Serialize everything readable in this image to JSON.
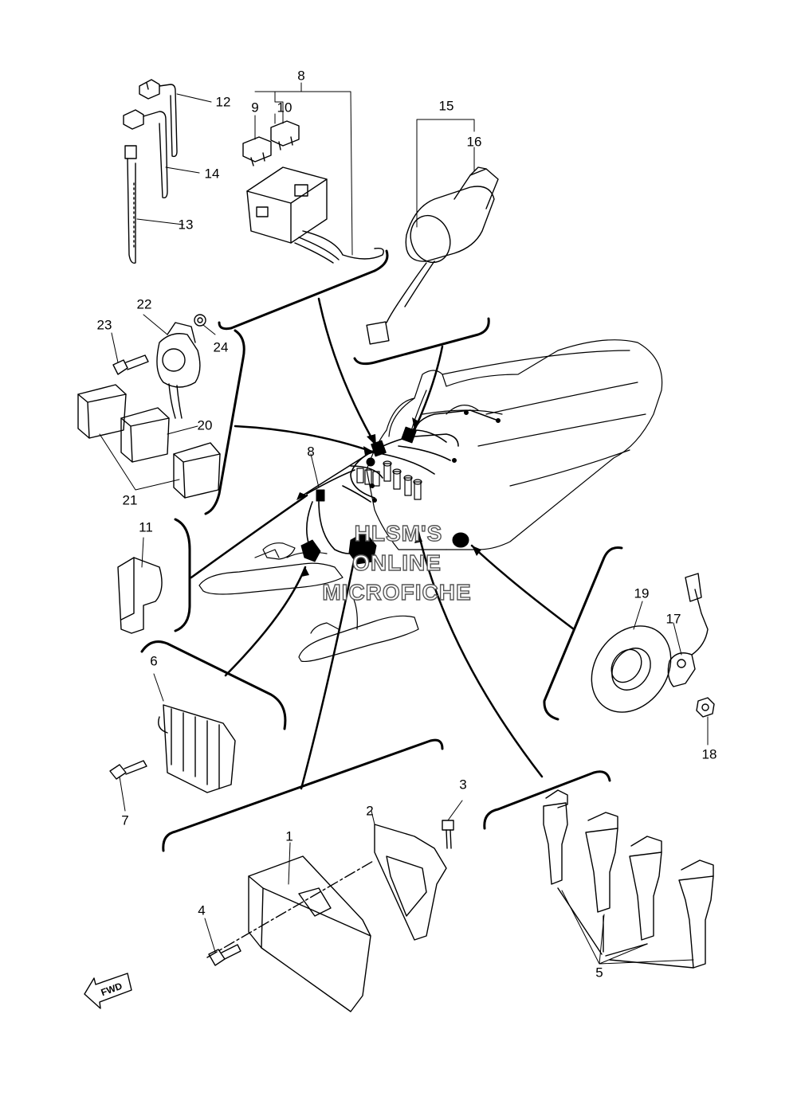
{
  "callouts": {
    "c1": "1",
    "c2": "2",
    "c3": "3",
    "c4": "4",
    "c5": "5",
    "c6": "6",
    "c7": "7",
    "c8": "8",
    "c8b": "8",
    "c9": "9",
    "c10": "10",
    "c11": "11",
    "c12": "12",
    "c13": "13",
    "c14": "14",
    "c15": "15",
    "c16": "16",
    "c17": "17",
    "c18": "18",
    "c19": "19",
    "c20": "20",
    "c21": "21",
    "c22": "22",
    "c23": "23",
    "c24": "24"
  },
  "watermark": {
    "line1": "HLSM'S",
    "line2": "ONLINE",
    "line3": "MICROFICHE"
  },
  "direction_arrow": {
    "label": "FWD"
  }
}
